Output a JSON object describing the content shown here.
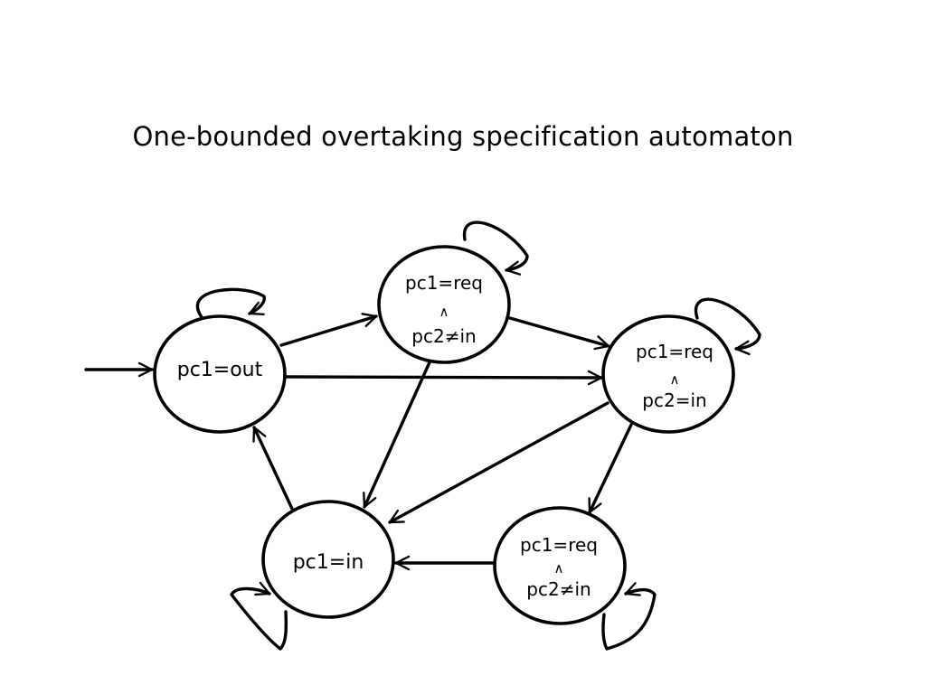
{
  "title": "One-bounded overtaking specification automaton",
  "states": {
    "s_out": {
      "line1": "pc1=out"
    },
    "s_req1": {
      "line1": "pc1=req",
      "op": "∧",
      "line2": "pc2≠in"
    },
    "s_req2": {
      "line1": "pc1=req",
      "op": "∧",
      "line2": "pc2=in"
    },
    "s_req3": {
      "line1": "pc1=req",
      "op": "∧",
      "line2": "pc2≠in"
    },
    "s_in": {
      "line1": "pc1=in"
    }
  },
  "transitions": [
    {
      "from": "initial",
      "to": "s_out"
    },
    {
      "from": "s_out",
      "to": "s_out"
    },
    {
      "from": "s_out",
      "to": "s_req1"
    },
    {
      "from": "s_out",
      "to": "s_req2"
    },
    {
      "from": "s_req1",
      "to": "s_req1"
    },
    {
      "from": "s_req1",
      "to": "s_req2"
    },
    {
      "from": "s_req1",
      "to": "s_in"
    },
    {
      "from": "s_req2",
      "to": "s_req2"
    },
    {
      "from": "s_req2",
      "to": "s_in"
    },
    {
      "from": "s_req2",
      "to": "s_req3"
    },
    {
      "from": "s_req3",
      "to": "s_req3"
    },
    {
      "from": "s_req3",
      "to": "s_in"
    },
    {
      "from": "s_in",
      "to": "s_in"
    },
    {
      "from": "s_in",
      "to": "s_out"
    }
  ]
}
